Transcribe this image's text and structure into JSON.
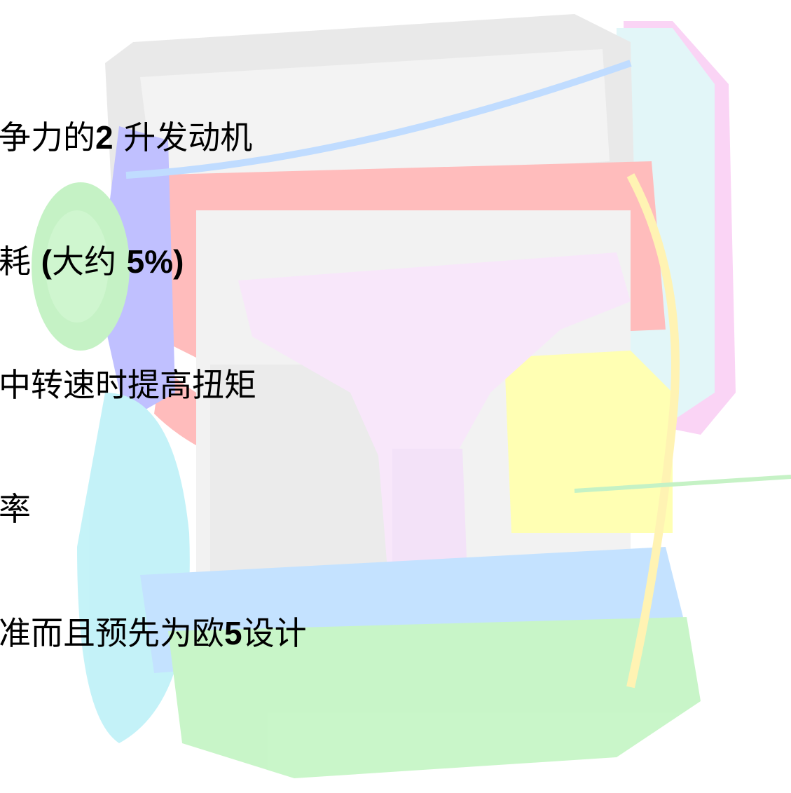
{
  "slide": {
    "lines": [
      {
        "a": "争力的",
        "b": "2",
        "c": " 升发动机"
      },
      {
        "a": "耗 ",
        "b": "(",
        "c": "大约 ",
        "d": "5%)"
      },
      {
        "a": "中转速时提高扭矩"
      },
      {
        "a": "率"
      },
      {
        "a": "准而且预先为欧",
        "b": "5",
        "c": "设计"
      }
    ]
  }
}
